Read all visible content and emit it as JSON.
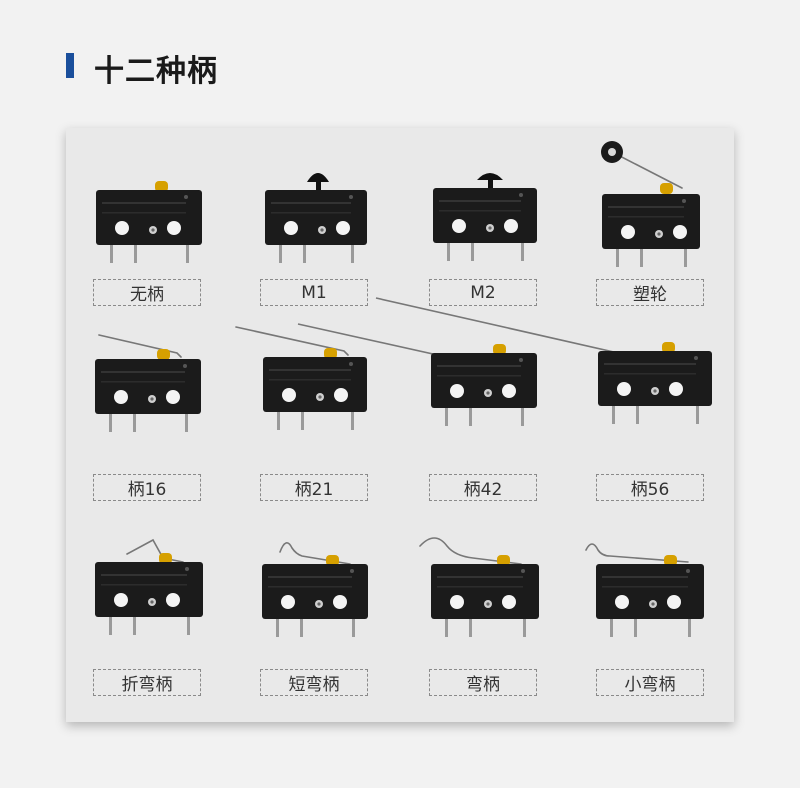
{
  "page": {
    "title": "十二种柄"
  },
  "colors": {
    "accent": "#1a4f9c",
    "switch_body": "#1b1b1b",
    "actuator": "#d6a000",
    "lever": "#777777"
  },
  "switches": [
    {
      "id": "none",
      "label": "无柄",
      "icon": "micro-switch-no-lever-icon"
    },
    {
      "id": "m1",
      "label": "M1",
      "icon": "micro-switch-m1-button-icon"
    },
    {
      "id": "m2",
      "label": "M2",
      "icon": "micro-switch-m2-button-icon"
    },
    {
      "id": "roller",
      "label": "塑轮",
      "icon": "micro-switch-roller-lever-icon"
    },
    {
      "id": "lever16",
      "label": "柄16",
      "icon": "micro-switch-lever-16-icon"
    },
    {
      "id": "lever21",
      "label": "柄21",
      "icon": "micro-switch-lever-21-icon"
    },
    {
      "id": "lever42",
      "label": "柄42",
      "icon": "micro-switch-lever-42-icon"
    },
    {
      "id": "lever56",
      "label": "柄56",
      "icon": "micro-switch-lever-56-icon"
    },
    {
      "id": "fold-bent",
      "label": "折弯柄",
      "icon": "micro-switch-folded-bent-lever-icon"
    },
    {
      "id": "short-bent",
      "label": "短弯柄",
      "icon": "micro-switch-short-bent-lever-icon"
    },
    {
      "id": "bent",
      "label": "弯柄",
      "icon": "micro-switch-bent-lever-icon"
    },
    {
      "id": "small-bent",
      "label": "小弯柄",
      "icon": "micro-switch-small-bent-lever-icon"
    }
  ]
}
